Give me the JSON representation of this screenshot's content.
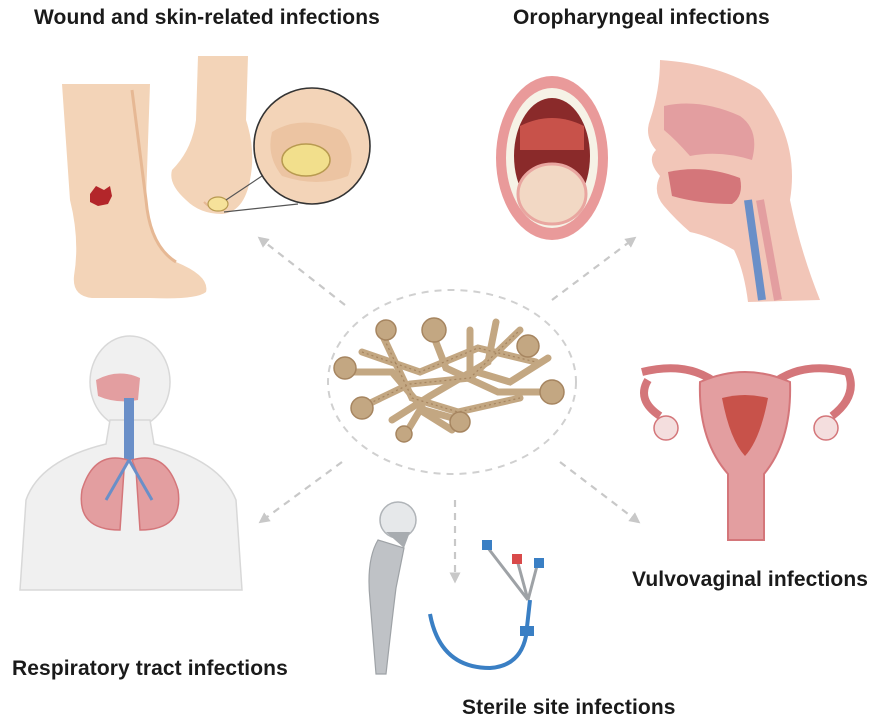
{
  "labels": {
    "wound": "Wound and skin-related infections",
    "oropharyngeal": "Oropharyngeal infections",
    "respiratory": "Respiratory tract infections",
    "vulvovaginal": "Vulvovaginal infections",
    "sterile": "Sterile site infections"
  },
  "colors": {
    "skin": "#f3d4b8",
    "skin_shade": "#e6b894",
    "wound": "#b3262a",
    "mucosa": "#e99a9a",
    "tissue": "#d4767a",
    "tongue": "#e9a6a0",
    "trachea": "#6a8fc8",
    "lung": "#e39ea0",
    "implant_metal": "#bfc2c6",
    "catheter": "#3a7fc4",
    "fungus": "#c3a782",
    "fungus_dark": "#a68560",
    "arrow": "#c8c8c8"
  }
}
